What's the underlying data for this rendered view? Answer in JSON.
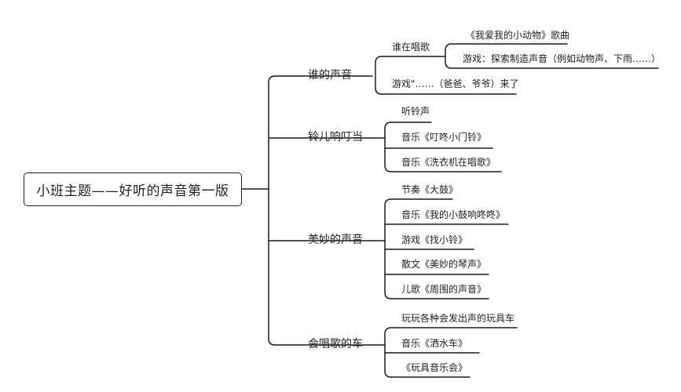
{
  "root": {
    "label": "小班主题——好听的声音第一版"
  },
  "branches": [
    {
      "label": "谁的声音",
      "children": [
        {
          "label": "谁在唱歌",
          "children": [
            {
              "label": "《我爱我的小动物》歌曲"
            },
            {
              "label": "游戏：探索制造声音（例如动物声、下雨……）"
            }
          ]
        },
        {
          "label": "游戏\"……（爸爸、爷爷）来了"
        }
      ]
    },
    {
      "label": "铃儿响叮当",
      "children": [
        {
          "label": "听铃声"
        },
        {
          "label": "音乐《叮咚小门铃》"
        },
        {
          "label": "音乐《洗衣机在唱歌》"
        }
      ]
    },
    {
      "label": "美妙的声音",
      "children": [
        {
          "label": "节奏《大鼓》"
        },
        {
          "label": "音乐《我的小鼓响咚咚》"
        },
        {
          "label": "游戏《找小铃》"
        },
        {
          "label": "散文《美妙的琴声》"
        },
        {
          "label": "儿歌《周围的声音》"
        }
      ]
    },
    {
      "label": "会唱歌的车",
      "children": [
        {
          "label": "玩玩各种会发出声的玩具车"
        },
        {
          "label": "音乐《洒水车》"
        },
        {
          "label": "《玩具音乐会》"
        }
      ]
    }
  ]
}
